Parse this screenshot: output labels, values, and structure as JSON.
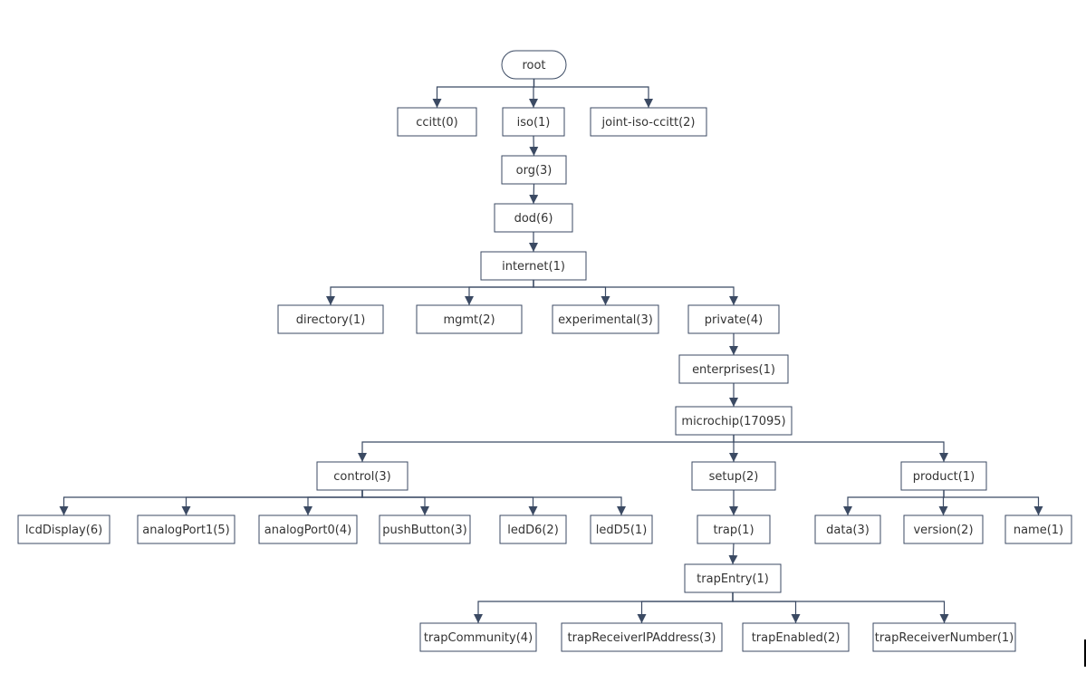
{
  "diagram": {
    "nodes": {
      "root": "root",
      "ccitt": "ccitt(0)",
      "iso": "iso(1)",
      "joint": "joint-iso-ccitt(2)",
      "org": "org(3)",
      "dod": "dod(6)",
      "internet": "internet(1)",
      "directory": "directory(1)",
      "mgmt": "mgmt(2)",
      "experimental": "experimental(3)",
      "private": "private(4)",
      "enterprises": "enterprises(1)",
      "microchip": "microchip(17095)",
      "control": "control(3)",
      "setup": "setup(2)",
      "product": "product(1)",
      "lcdDisplay": "lcdDisplay(6)",
      "analogPort1": "analogPort1(5)",
      "analogPort0": "analogPort0(4)",
      "pushButton": "pushButton(3)",
      "ledD6": "ledD6(2)",
      "ledD5": "ledD5(1)",
      "trap": "trap(1)",
      "data": "data(3)",
      "version": "version(2)",
      "name": "name(1)",
      "trapEntry": "trapEntry(1)",
      "trapCommunity": "trapCommunity(4)",
      "trapReceiverIPAddress": "trapReceiverIPAddress(3)",
      "trapEnabled": "trapEnabled(2)",
      "trapReceiverNumber": "trapReceiverNumber(1)"
    },
    "edges": [
      [
        "root",
        "ccitt"
      ],
      [
        "root",
        "iso"
      ],
      [
        "root",
        "joint"
      ],
      [
        "iso",
        "org"
      ],
      [
        "org",
        "dod"
      ],
      [
        "dod",
        "internet"
      ],
      [
        "internet",
        "directory"
      ],
      [
        "internet",
        "mgmt"
      ],
      [
        "internet",
        "experimental"
      ],
      [
        "internet",
        "private"
      ],
      [
        "private",
        "enterprises"
      ],
      [
        "enterprises",
        "microchip"
      ],
      [
        "microchip",
        "control"
      ],
      [
        "microchip",
        "setup"
      ],
      [
        "microchip",
        "product"
      ],
      [
        "control",
        "lcdDisplay"
      ],
      [
        "control",
        "analogPort1"
      ],
      [
        "control",
        "analogPort0"
      ],
      [
        "control",
        "pushButton"
      ],
      [
        "control",
        "ledD6"
      ],
      [
        "control",
        "ledD5"
      ],
      [
        "setup",
        "trap"
      ],
      [
        "product",
        "data"
      ],
      [
        "product",
        "version"
      ],
      [
        "product",
        "name"
      ],
      [
        "trap",
        "trapEntry"
      ],
      [
        "trapEntry",
        "trapCommunity"
      ],
      [
        "trapEntry",
        "trapReceiverIPAddress"
      ],
      [
        "trapEntry",
        "trapEnabled"
      ],
      [
        "trapEntry",
        "trapReceiverNumber"
      ]
    ]
  }
}
